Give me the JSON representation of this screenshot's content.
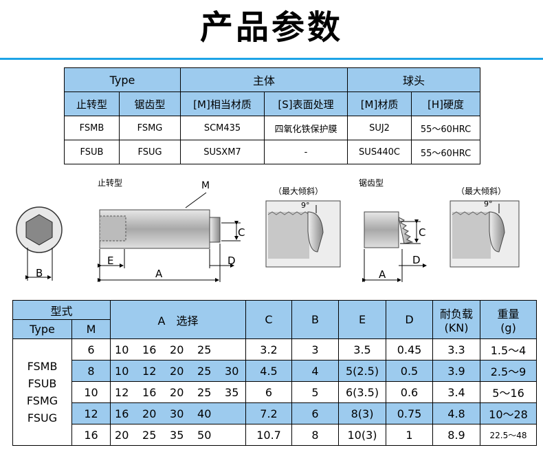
{
  "title": "产品参数",
  "spec_table": {
    "h_type": "Type",
    "h_main": "主体",
    "h_ball": "球头",
    "sub": [
      "止转型",
      "锯齿型",
      "[M]相当材质",
      "[S]表面处理",
      "[M]材质",
      "[H]硬度"
    ],
    "rows": [
      [
        "FSMB",
        "FSMG",
        "SCM435",
        "四氧化铁保护膜",
        "SUJ2",
        "55～60HRC"
      ],
      [
        "FSUB",
        "FSUG",
        "SUSXM7",
        "-",
        "SUS440C",
        "55～60HRC"
      ]
    ]
  },
  "diagram": {
    "label_anti": "止转型",
    "label_serrated": "锯齿型",
    "max_tilt_1": "（最大倾斜）",
    "max_tilt_2": "（最大倾斜）",
    "dim_m": "M",
    "dim_b": "B",
    "dim_e": "E",
    "dim_a": "A",
    "dim_c": "C",
    "dim_d": "D",
    "dim_c2": "C",
    "dim_d2": "D",
    "dim_a2": "A",
    "angle1": "9°",
    "angle2": "9°"
  },
  "size_table": {
    "h_model": "型式",
    "h_type": "Type",
    "h_m": "M",
    "h_a": "A　选择",
    "h_c": "C",
    "h_b": "B",
    "h_e": "E",
    "h_d": "D",
    "h_load": "耐负载",
    "h_load_unit": "(KN)",
    "h_weight": "重量",
    "h_weight_unit": "(g)",
    "types": [
      "FSMB",
      "FSUB",
      "FSMG",
      "FSUG"
    ],
    "rows": [
      {
        "m": "6",
        "a": [
          "10",
          "16",
          "20",
          "25",
          ""
        ],
        "c": "3.2",
        "b": "3",
        "e": "3.5",
        "d": "0.45",
        "load": "3.3",
        "weight": "1.5～4"
      },
      {
        "m": "8",
        "a": [
          "10",
          "12",
          "20",
          "25",
          "30"
        ],
        "c": "4.5",
        "b": "4",
        "e": "5(2.5)",
        "d": "0.5",
        "load": "3.9",
        "weight": "2.5～9"
      },
      {
        "m": "10",
        "a": [
          "12",
          "16",
          "20",
          "25",
          "35"
        ],
        "c": "6",
        "b": "5",
        "e": "6(3.5)",
        "d": "0.6",
        "load": "3.4",
        "weight": "5～16"
      },
      {
        "m": "12",
        "a": [
          "16",
          "20",
          "30",
          "40",
          ""
        ],
        "c": "7.2",
        "b": "6",
        "e": "8(3)",
        "d": "0.75",
        "load": "4.8",
        "weight": "10～28"
      },
      {
        "m": "16",
        "a": [
          "20",
          "25",
          "35",
          "50",
          ""
        ],
        "c": "10.7",
        "b": "8",
        "e": "10(3)",
        "d": "1",
        "load": "8.9",
        "weight": "22.5～48"
      }
    ]
  }
}
